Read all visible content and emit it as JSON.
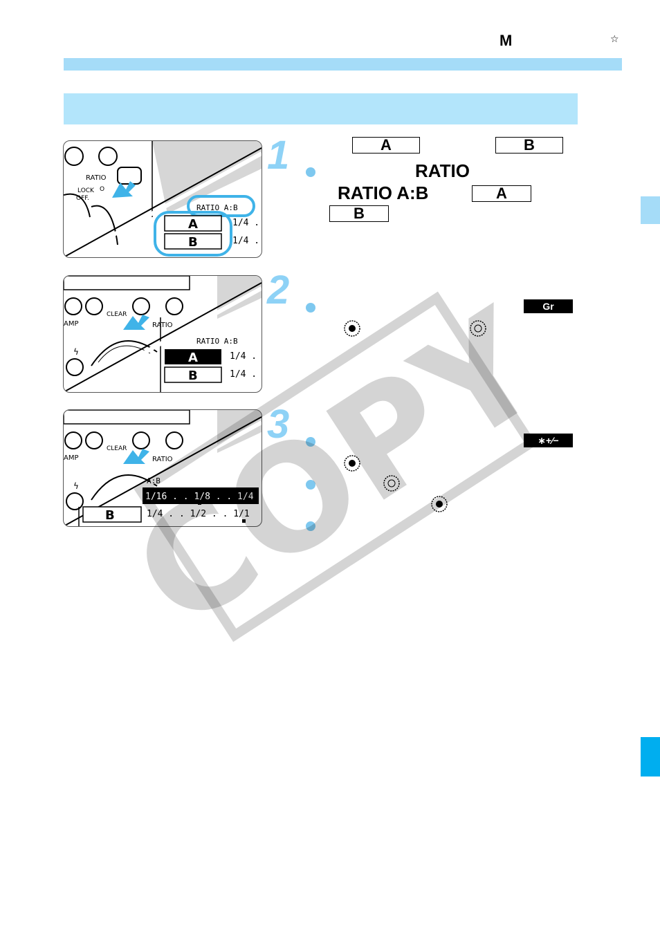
{
  "header": {
    "mode": "M",
    "mark": "☆"
  },
  "step1": {
    "number": "1",
    "lcd_a": "A",
    "lcd_b": "B",
    "button_name": "RATIO",
    "display_label": "RATIO A:B",
    "lcd_a2": "A",
    "lcd_b2": "B",
    "illus": {
      "ratio_button": "RATIO",
      "lock": "LOCK",
      "off": "OFF.",
      "on": "O",
      "screen_label": "RATIO A:B",
      "a": "A",
      "b": "B",
      "val_a": "1/4 .",
      "val_b": "1/4 ."
    }
  },
  "step2": {
    "number": "2",
    "badge": "Gr",
    "illus": {
      "clear": "CLEAR",
      "lamp": "AMP",
      "ratio": "RATIO",
      "screen_label": "RATIO A:B",
      "a": "A",
      "b": "B",
      "val_a": "1/4 .",
      "val_b": "1/4 ."
    }
  },
  "step3": {
    "number": "3",
    "badge": "∗+⁄−",
    "illus": {
      "clear": "CLEAR",
      "lamp": "AMP",
      "ratio": "RATIO",
      "screen_label": "A:B",
      "scale_a": "1/16 . . 1/8 . . 1/4",
      "b": "B",
      "scale_b": "1/4 . . 1/2 . . 1/1"
    }
  },
  "watermark": "COPY",
  "colors": {
    "accent_light": "#a5dcf8",
    "accent_dark": "#00aeef",
    "step_number": "#8ed2f6",
    "arrow": "#3fb3e8"
  }
}
